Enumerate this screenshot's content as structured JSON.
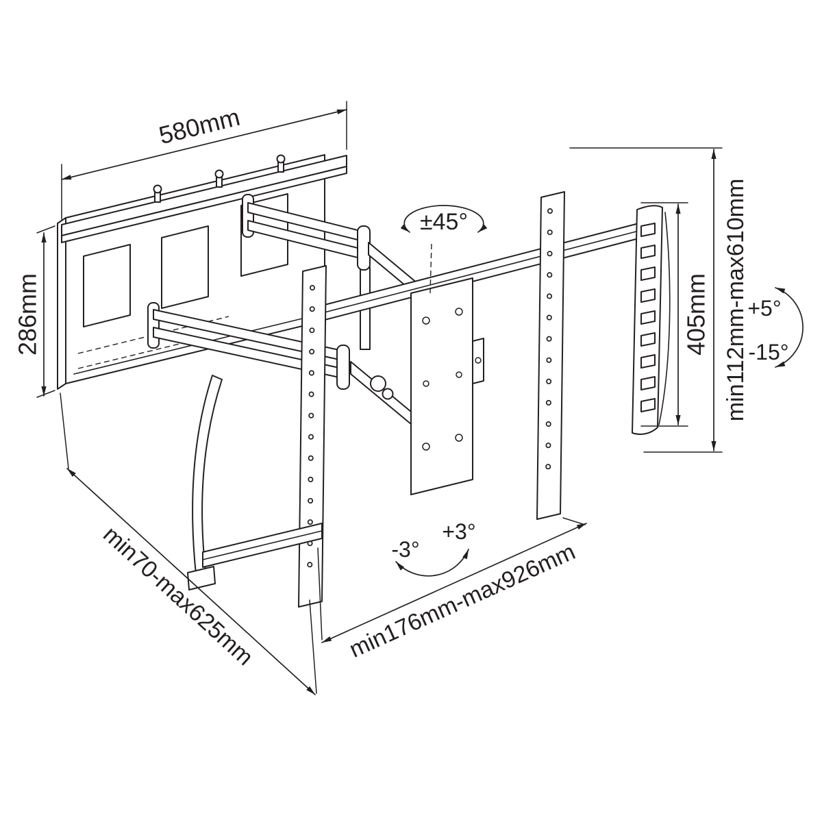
{
  "diagram": {
    "type": "technical-drawing",
    "subject": "Full-motion TV wall mount dimension diagram",
    "background_color": "#ffffff",
    "line_color": "#231f20",
    "labels": {
      "wall_plate_width": "580mm",
      "wall_plate_height": "286mm",
      "swivel_range": "±45°",
      "rail_height": "405mm",
      "vesa_height_range": "min112mm-max610mm",
      "tilt_up": "+5°",
      "tilt_down": "-15°",
      "extension_range": "min70-max625mm",
      "depth_range": "min176mm-max926mm",
      "level_adjust_left": "-3°",
      "level_adjust_right": "+3°"
    }
  }
}
